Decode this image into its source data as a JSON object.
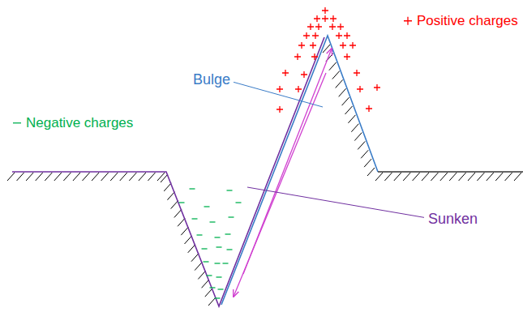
{
  "diagram": {
    "labels": [
      "Bulge",
      "Sunken"
    ],
    "legend": [
      {
        "text": "Positive charges"
      },
      {
        "text": "Negative charges"
      }
    ]
  }
}
